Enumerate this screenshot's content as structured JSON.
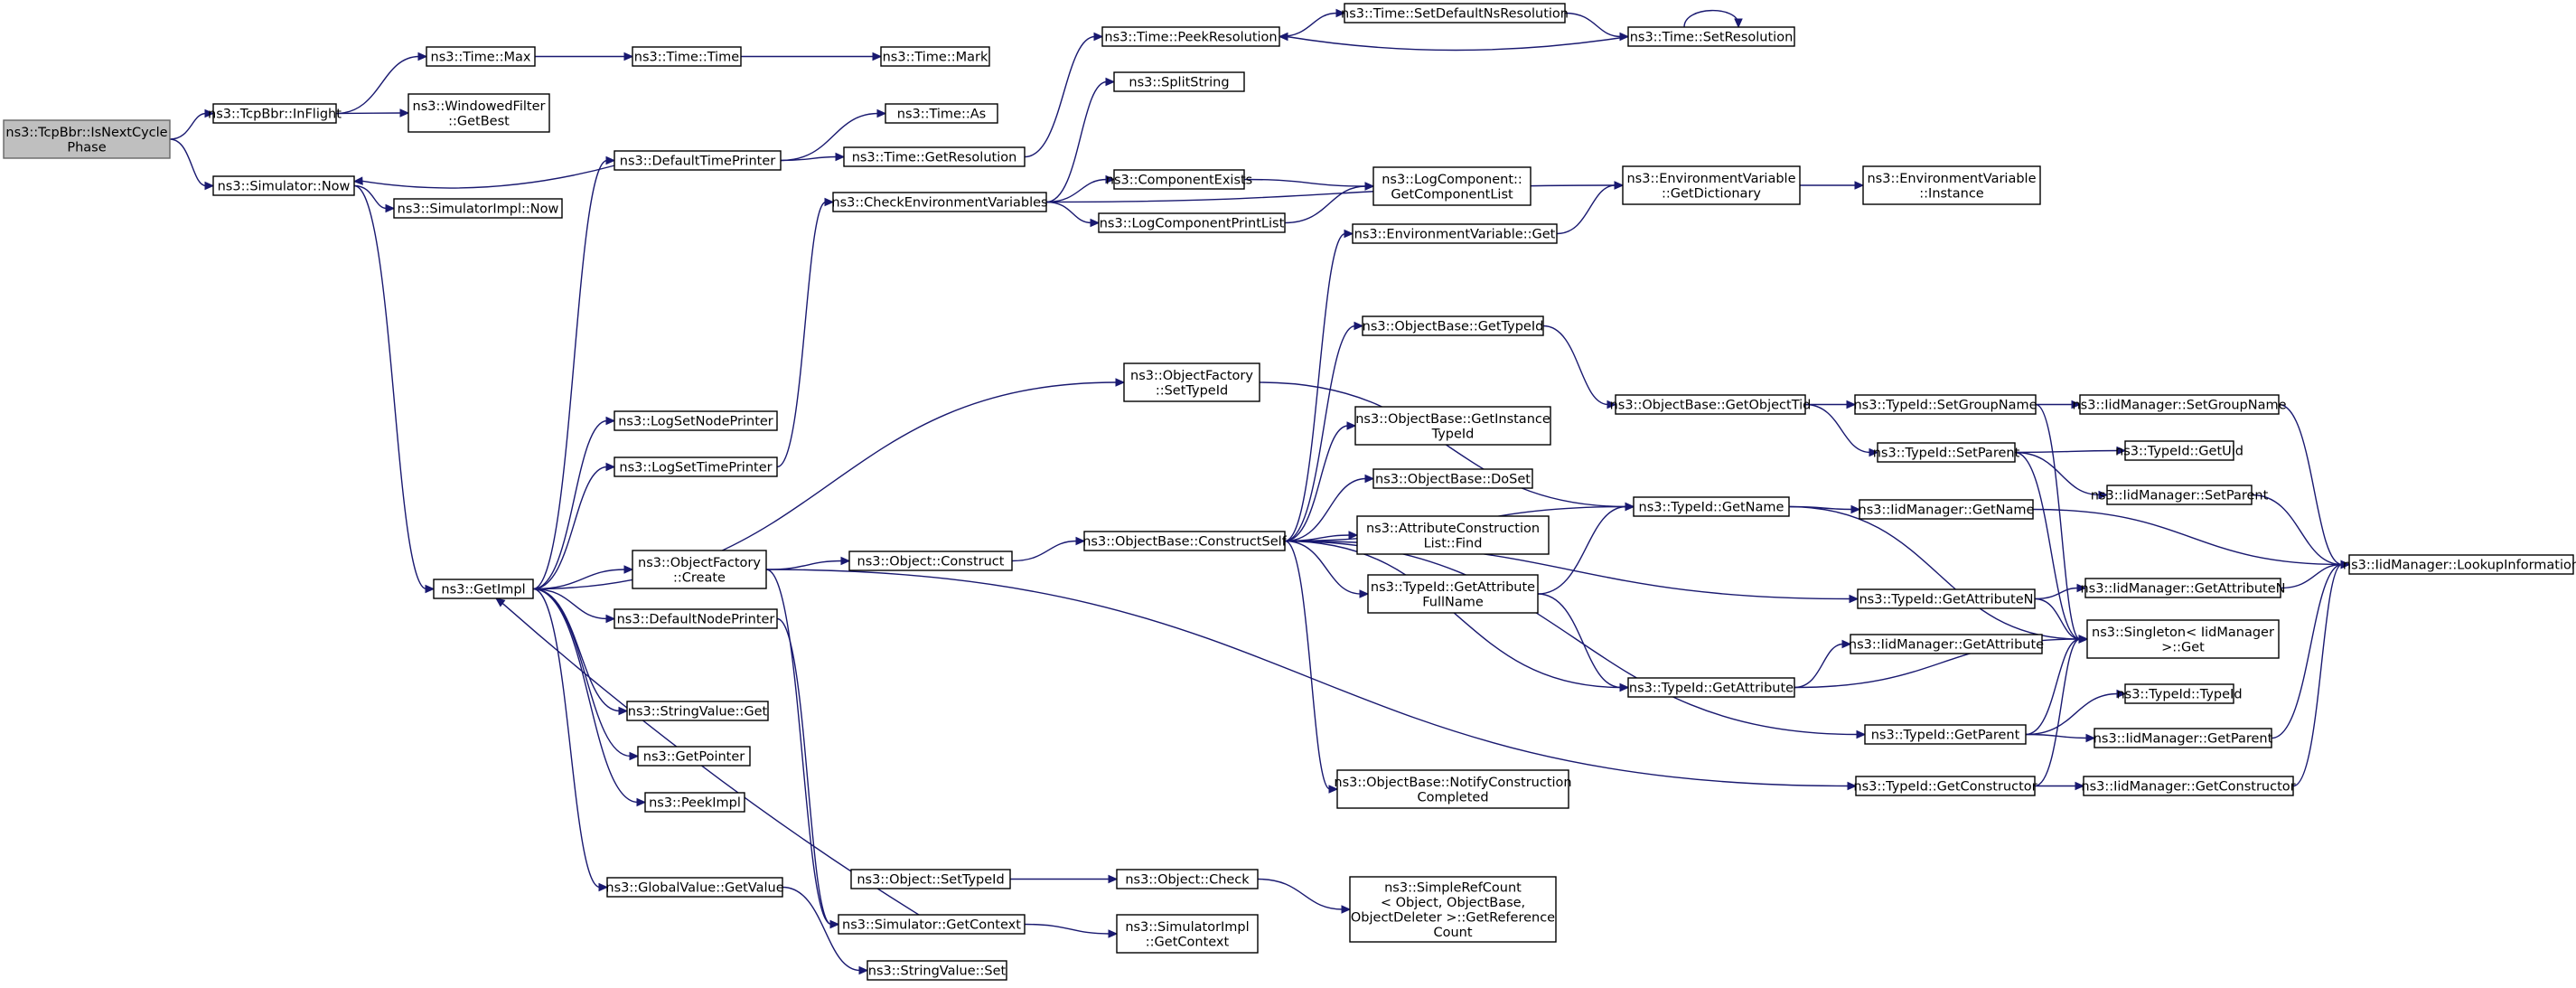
{
  "diagram": {
    "type": "call-graph",
    "colors": {
      "edge": "#191970",
      "root_fill": "#bfbfbf",
      "node_fill": "#ffffff",
      "node_border": "#000000"
    },
    "nodes": [
      {
        "id": "isnext",
        "lines": [
          "ns3::TcpBbr::IsNextCycle",
          "Phase"
        ],
        "root": true
      },
      {
        "id": "inflight",
        "lines": [
          "ns3::TcpBbr::InFlight"
        ]
      },
      {
        "id": "timemax",
        "lines": [
          "ns3::Time::Max"
        ]
      },
      {
        "id": "timetime",
        "lines": [
          "ns3::Time::Time"
        ]
      },
      {
        "id": "timemark",
        "lines": [
          "ns3::Time::Mark"
        ]
      },
      {
        "id": "wfgetbest",
        "lines": [
          "ns3::WindowedFilter",
          "::GetBest"
        ]
      },
      {
        "id": "simnow",
        "lines": [
          "ns3::Simulator::Now"
        ]
      },
      {
        "id": "simimplnow",
        "lines": [
          "ns3::SimulatorImpl::Now"
        ]
      },
      {
        "id": "getimpl",
        "lines": [
          "ns3::GetImpl"
        ]
      },
      {
        "id": "deftimeprinter",
        "lines": [
          "ns3::DefaultTimePrinter"
        ]
      },
      {
        "id": "logsetnode",
        "lines": [
          "ns3::LogSetNodePrinter"
        ]
      },
      {
        "id": "logsettime",
        "lines": [
          "ns3::LogSetTimePrinter"
        ]
      },
      {
        "id": "ofcreate",
        "lines": [
          "ns3::ObjectFactory",
          "::Create"
        ]
      },
      {
        "id": "defnodeprinter",
        "lines": [
          "ns3::DefaultNodePrinter"
        ]
      },
      {
        "id": "svget",
        "lines": [
          "ns3::StringValue::Get"
        ]
      },
      {
        "id": "getpointer",
        "lines": [
          "ns3::GetPointer"
        ]
      },
      {
        "id": "peekimpl",
        "lines": [
          "ns3::PeekImpl"
        ]
      },
      {
        "id": "gvgetvalue",
        "lines": [
          "ns3::GlobalValue::GetValue"
        ]
      },
      {
        "id": "timeas",
        "lines": [
          "ns3::Time::As"
        ]
      },
      {
        "id": "timegetres",
        "lines": [
          "ns3::Time::GetResolution"
        ]
      },
      {
        "id": "checkenv",
        "lines": [
          "ns3::CheckEnvironmentVariables"
        ]
      },
      {
        "id": "objconstruct",
        "lines": [
          "ns3::Object::Construct"
        ]
      },
      {
        "id": "objsettypeid",
        "lines": [
          "ns3::Object::SetTypeId"
        ]
      },
      {
        "id": "simgetcontext",
        "lines": [
          "ns3::Simulator::GetContext"
        ]
      },
      {
        "id": "svset",
        "lines": [
          "ns3::StringValue::Set"
        ]
      },
      {
        "id": "peekres",
        "lines": [
          "ns3::Time::PeekResolution"
        ]
      },
      {
        "id": "splitstring",
        "lines": [
          "ns3::SplitString"
        ]
      },
      {
        "id": "compexists",
        "lines": [
          "ns3::ComponentExists"
        ]
      },
      {
        "id": "logcompprint",
        "lines": [
          "ns3::LogComponentPrintList"
        ]
      },
      {
        "id": "ofsettypeid",
        "lines": [
          "ns3::ObjectFactory",
          "::SetTypeId"
        ]
      },
      {
        "id": "obconstructself",
        "lines": [
          "ns3::ObjectBase::ConstructSelf"
        ]
      },
      {
        "id": "objcheck",
        "lines": [
          "ns3::Object::Check"
        ]
      },
      {
        "id": "simimplgetctx",
        "lines": [
          "ns3::SimulatorImpl",
          "::GetContext"
        ]
      },
      {
        "id": "setdefns",
        "lines": [
          "ns3::Time::SetDefaultNsResolution"
        ]
      },
      {
        "id": "logcompgetlist",
        "lines": [
          "ns3::LogComponent::",
          "GetComponentList"
        ]
      },
      {
        "id": "envget",
        "lines": [
          "ns3::EnvironmentVariable::Get"
        ]
      },
      {
        "id": "obgettypeid",
        "lines": [
          "ns3::ObjectBase::GetTypeId"
        ]
      },
      {
        "id": "obgetinsttypeid",
        "lines": [
          "ns3::ObjectBase::GetInstance",
          "TypeId"
        ]
      },
      {
        "id": "obdoset",
        "lines": [
          "ns3::ObjectBase::DoSet"
        ]
      },
      {
        "id": "attrconstfind",
        "lines": [
          "ns3::AttributeConstruction",
          "List::Find"
        ]
      },
      {
        "id": "tidgetattrfull",
        "lines": [
          "ns3::TypeId::GetAttribute",
          "FullName"
        ]
      },
      {
        "id": "obnotify",
        "lines": [
          "ns3::ObjectBase::NotifyConstruction",
          "Completed"
        ]
      },
      {
        "id": "srcgetref",
        "lines": [
          "ns3::SimpleRefCount",
          "< Object, ObjectBase,",
          "ObjectDeleter >::GetReference",
          "Count"
        ]
      },
      {
        "id": "timesetres",
        "lines": [
          "ns3::Time::SetResolution"
        ]
      },
      {
        "id": "envgetdict",
        "lines": [
          "ns3::EnvironmentVariable",
          "::GetDictionary"
        ]
      },
      {
        "id": "obgetobjtid",
        "lines": [
          "ns3::ObjectBase::GetObjectTid"
        ]
      },
      {
        "id": "tidgetname",
        "lines": [
          "ns3::TypeId::GetName"
        ]
      },
      {
        "id": "tidgetattr",
        "lines": [
          "ns3::TypeId::GetAttribute"
        ]
      },
      {
        "id": "envinstance",
        "lines": [
          "ns3::EnvironmentVariable",
          "::Instance"
        ]
      },
      {
        "id": "tidsetgroup",
        "lines": [
          "ns3::TypeId::SetGroupName"
        ]
      },
      {
        "id": "tidsetparent",
        "lines": [
          "ns3::TypeId::SetParent"
        ]
      },
      {
        "id": "iidgetname",
        "lines": [
          "ns3::IidManager::GetName"
        ]
      },
      {
        "id": "tidgetattrn",
        "lines": [
          "ns3::TypeId::GetAttributeN"
        ]
      },
      {
        "id": "iidgetattr",
        "lines": [
          "ns3::IidManager::GetAttribute"
        ]
      },
      {
        "id": "tidgetparent",
        "lines": [
          "ns3::TypeId::GetParent"
        ]
      },
      {
        "id": "tidgetconstructor",
        "lines": [
          "ns3::TypeId::GetConstructor"
        ]
      },
      {
        "id": "iidsetgroup",
        "lines": [
          "ns3::IidManager::SetGroupName"
        ]
      },
      {
        "id": "tidgetuid",
        "lines": [
          "ns3::TypeId::GetUid"
        ]
      },
      {
        "id": "iidsetparent",
        "lines": [
          "ns3::IidManager::SetParent"
        ]
      },
      {
        "id": "iidgetattrn",
        "lines": [
          "ns3::IidManager::GetAttributeN"
        ]
      },
      {
        "id": "singletonget",
        "lines": [
          "ns3::Singleton< IidManager",
          ">::Get"
        ]
      },
      {
        "id": "tidtypeid",
        "lines": [
          "ns3::TypeId::TypeId"
        ]
      },
      {
        "id": "iidgetparent",
        "lines": [
          "ns3::IidManager::GetParent"
        ]
      },
      {
        "id": "iidgetconstructor",
        "lines": [
          "ns3::IidManager::GetConstructor"
        ]
      },
      {
        "id": "iidlookup",
        "lines": [
          "ns3::IidManager::LookupInformation"
        ]
      }
    ],
    "edges": [
      [
        "isnext",
        "inflight"
      ],
      [
        "isnext",
        "simnow"
      ],
      [
        "inflight",
        "timemax"
      ],
      [
        "inflight",
        "wfgetbest"
      ],
      [
        "timemax",
        "timetime"
      ],
      [
        "timetime",
        "timemark"
      ],
      [
        "simnow",
        "simimplnow"
      ],
      [
        "simnow",
        "getimpl"
      ],
      [
        "deftimeprinter",
        "simnow"
      ],
      [
        "deftimeprinter",
        "timeas"
      ],
      [
        "deftimeprinter",
        "timegetres"
      ],
      [
        "timegetres",
        "peekres"
      ],
      [
        "peekres",
        "setdefns"
      ],
      [
        "setdefns",
        "timesetres"
      ],
      [
        "timesetres",
        "timesetres"
      ],
      [
        "timesetres",
        "peekres"
      ],
      [
        "getimpl",
        "deftimeprinter"
      ],
      [
        "getimpl",
        "logsetnode"
      ],
      [
        "getimpl",
        "logsettime"
      ],
      [
        "getimpl",
        "ofsettypeid"
      ],
      [
        "getimpl",
        "ofcreate"
      ],
      [
        "getimpl",
        "defnodeprinter"
      ],
      [
        "getimpl",
        "svget"
      ],
      [
        "getimpl",
        "getpointer"
      ],
      [
        "getimpl",
        "peekimpl"
      ],
      [
        "getimpl",
        "gvgetvalue"
      ],
      [
        "logsettime",
        "checkenv"
      ],
      [
        "checkenv",
        "splitstring"
      ],
      [
        "checkenv",
        "compexists"
      ],
      [
        "checkenv",
        "logcompprint"
      ],
      [
        "checkenv",
        "envgetdict"
      ],
      [
        "compexists",
        "logcompgetlist"
      ],
      [
        "logcompprint",
        "logcompgetlist"
      ],
      [
        "envget",
        "envgetdict"
      ],
      [
        "envgetdict",
        "envinstance"
      ],
      [
        "ofcreate",
        "objconstruct"
      ],
      [
        "ofcreate",
        "simgetcontext"
      ],
      [
        "ofcreate",
        "tidgetconstructor"
      ],
      [
        "defnodeprinter",
        "simgetcontext"
      ],
      [
        "simgetcontext",
        "getimpl"
      ],
      [
        "simgetcontext",
        "simimplgetctx"
      ],
      [
        "gvgetvalue",
        "svset"
      ],
      [
        "objsettypeid",
        "objcheck"
      ],
      [
        "objcheck",
        "srcgetref"
      ],
      [
        "objconstruct",
        "obconstructself"
      ],
      [
        "obconstructself",
        "envget"
      ],
      [
        "obconstructself",
        "obgettypeid"
      ],
      [
        "obconstructself",
        "tidgetname"
      ],
      [
        "obconstructself",
        "obgetinsttypeid"
      ],
      [
        "obconstructself",
        "obdoset"
      ],
      [
        "obconstructself",
        "attrconstfind"
      ],
      [
        "obconstructself",
        "tidgetattrfull"
      ],
      [
        "obconstructself",
        "tidgetattrn"
      ],
      [
        "obconstructself",
        "tidgetattr"
      ],
      [
        "obconstructself",
        "tidgetparent"
      ],
      [
        "obconstructself",
        "obnotify"
      ],
      [
        "ofsettypeid",
        "tidgetname"
      ],
      [
        "obgettypeid",
        "obgetobjtid"
      ],
      [
        "obgetobjtid",
        "tidsetgroup"
      ],
      [
        "obgetobjtid",
        "tidsetparent"
      ],
      [
        "tidgetattrfull",
        "tidgetname"
      ],
      [
        "tidgetattrfull",
        "tidgetattr"
      ],
      [
        "tidgetname",
        "iidgetname"
      ],
      [
        "tidgetname",
        "singletonget"
      ],
      [
        "tidsetgroup",
        "iidsetgroup"
      ],
      [
        "tidsetgroup",
        "singletonget"
      ],
      [
        "tidsetparent",
        "tidgetuid"
      ],
      [
        "tidsetparent",
        "iidsetparent"
      ],
      [
        "tidsetparent",
        "singletonget"
      ],
      [
        "iidsetgroup",
        "iidlookup"
      ],
      [
        "iidsetparent",
        "iidlookup"
      ],
      [
        "iidgetname",
        "iidlookup"
      ],
      [
        "tidgetattrn",
        "iidgetattrn"
      ],
      [
        "tidgetattrn",
        "singletonget"
      ],
      [
        "iidgetattrn",
        "iidlookup"
      ],
      [
        "tidgetattr",
        "iidgetattr"
      ],
      [
        "tidgetattr",
        "singletonget"
      ],
      [
        "tidgetparent",
        "tidtypeid"
      ],
      [
        "tidgetparent",
        "iidgetparent"
      ],
      [
        "tidgetparent",
        "singletonget"
      ],
      [
        "iidgetparent",
        "iidlookup"
      ],
      [
        "tidgetconstructor",
        "iidgetconstructor"
      ],
      [
        "tidgetconstructor",
        "singletonget"
      ],
      [
        "iidgetconstructor",
        "iidlookup"
      ]
    ]
  }
}
